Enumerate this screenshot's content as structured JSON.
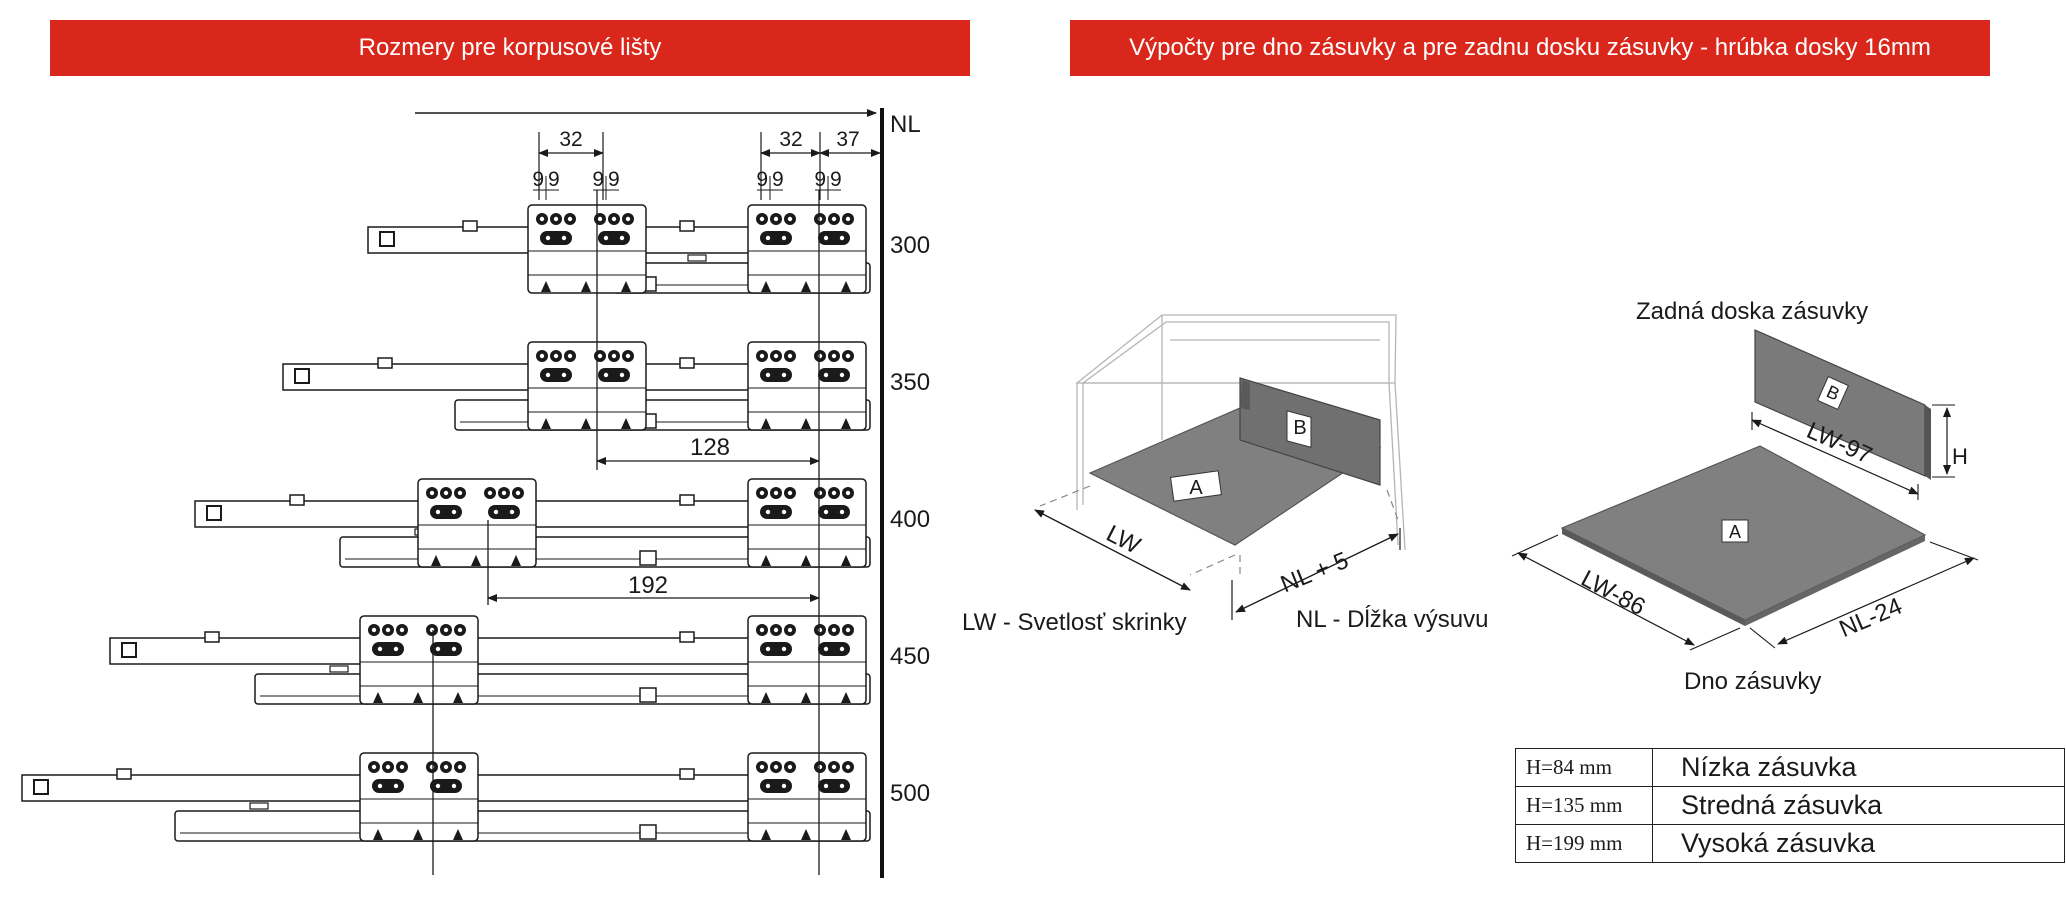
{
  "headers": {
    "left": "Rozmery pre korpusové lišty",
    "right": "Výpočty pre dno zásuvky a pre zadnu dosku zásuvky - hrúbka dosky 16mm"
  },
  "left_diagram": {
    "axis_label": "NL",
    "top_dims": [
      "32",
      "32",
      "37"
    ],
    "nine": "9",
    "lengths": [
      "300",
      "350",
      "400",
      "450",
      "500"
    ],
    "spacing_dims": [
      "128",
      "192"
    ]
  },
  "box_diagram": {
    "panel_a": "A",
    "panel_b": "B",
    "dim_lw": "LW",
    "dim_nl5": "NL + 5",
    "caption_lw": "LW - Svetlosť skrinky",
    "caption_nl": "NL - Dĺžka výsuvu"
  },
  "parts_diagram": {
    "back_title": "Zadná doska zásuvky",
    "back_panel": "B",
    "back_width": "LW-97",
    "back_height": "H",
    "bottom_panel": "A",
    "bottom_width": "LW-86",
    "bottom_depth": "NL-24",
    "bottom_title": "Dno zásuvky"
  },
  "height_table": [
    {
      "h": "H=84 mm",
      "name": "Nízka zásuvka"
    },
    {
      "h": "H=135 mm",
      "name": "Stredná zásuvka"
    },
    {
      "h": "H=199 mm",
      "name": "Vysoká zásuvka"
    }
  ]
}
